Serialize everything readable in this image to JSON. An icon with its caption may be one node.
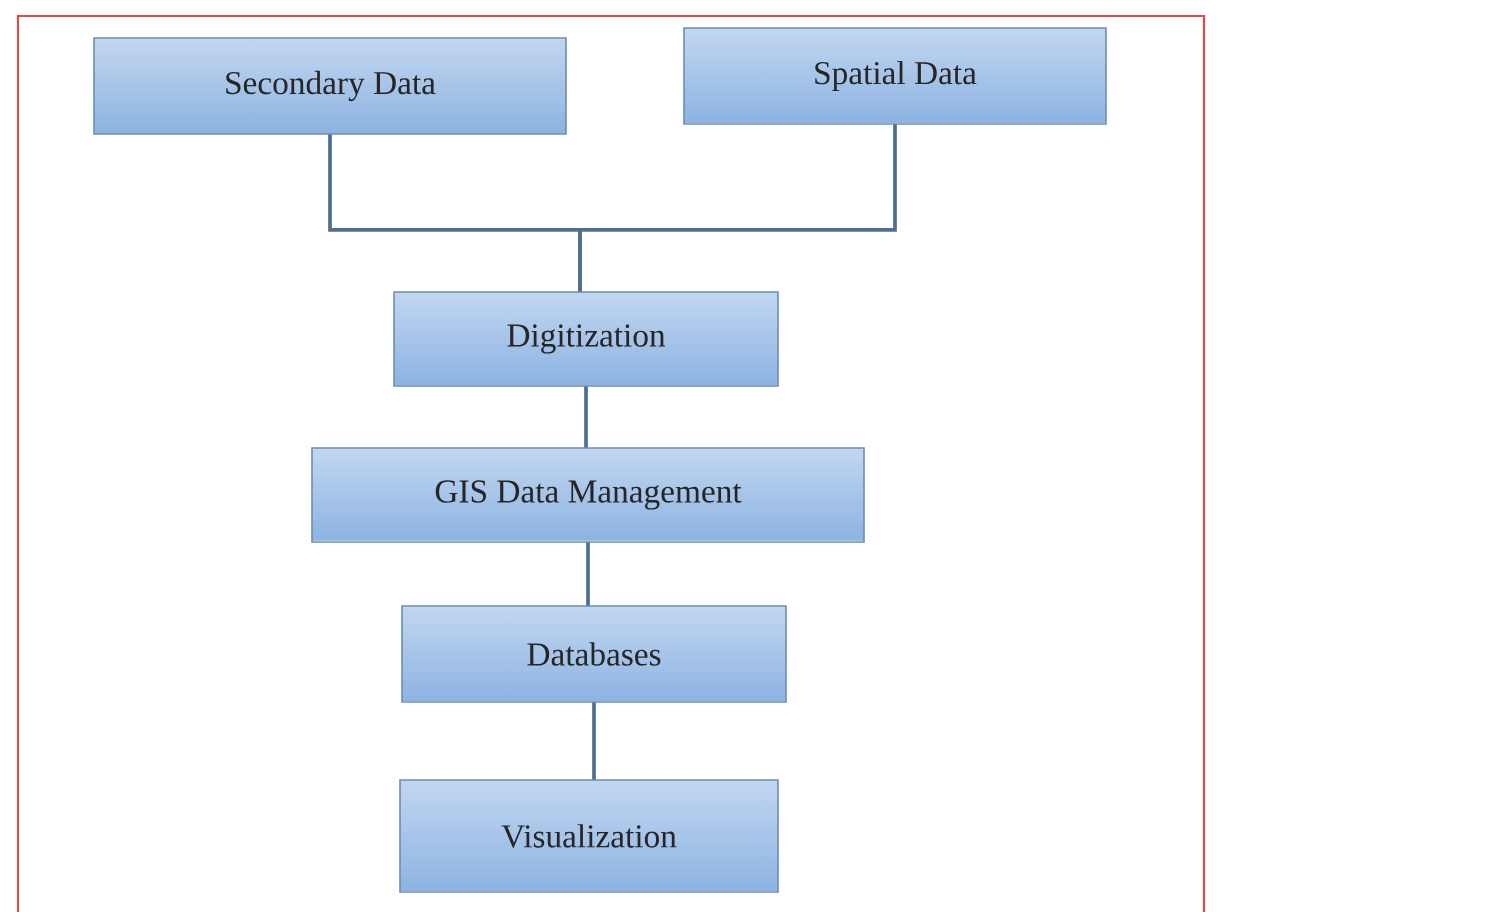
{
  "diagram": {
    "nodes": [
      {
        "text": [
          "Secondary Data"
        ]
      },
      {
        "text": [
          "Spatial Data"
        ]
      },
      {
        "text": [
          "Digitization"
        ]
      },
      {
        "text": [
          "GIS Data Management"
        ]
      },
      {
        "text": [
          "Databases"
        ]
      },
      {
        "text": [
          "Visualization"
        ]
      }
    ],
    "edges": [
      {
        "from": 0,
        "to": 2,
        "arrow": "none"
      },
      {
        "from": 1,
        "to": 2,
        "arrow": "none"
      },
      {
        "from": 2,
        "to": 3,
        "arrow": "none"
      },
      {
        "from": 3,
        "to": 4,
        "arrow": "none"
      },
      {
        "from": 4,
        "to": 5,
        "arrow": "none"
      }
    ]
  }
}
